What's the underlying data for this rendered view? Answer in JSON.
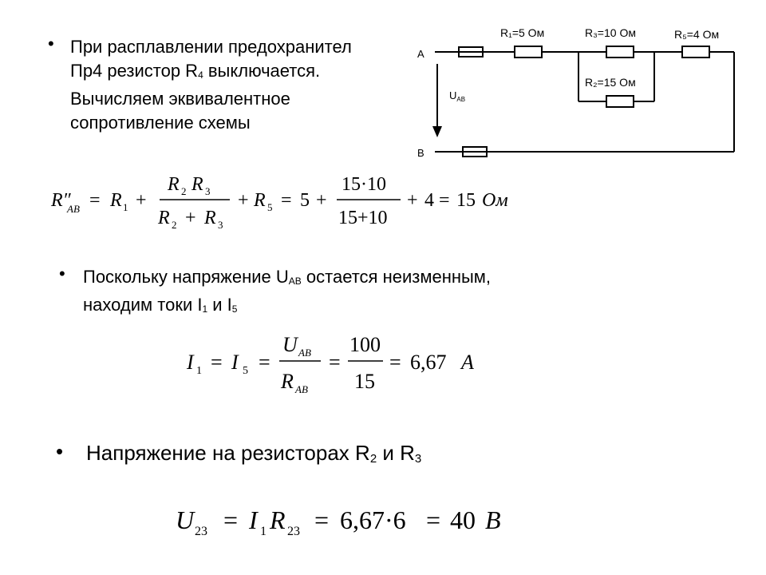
{
  "bullets": {
    "b1": {
      "line1": "При расплавлении предохранител",
      "line2_pre": "Пр4 резистор R",
      "line2_sub": "4",
      "line2_post": " выключается.",
      "line3": "Вычисляем эквивалентное",
      "line4": "сопротивление схемы"
    },
    "b2": {
      "line1_pre": "Поскольку напряжение U",
      "line1_sub": "AB",
      "line1_post": " остается неизменным,",
      "line2_pre": "находим токи I",
      "line2_sub1": "1",
      "line2_mid": " и I",
      "line2_sub2": "5"
    },
    "b3": {
      "pre": "Напряжение на резисторах R",
      "sub1": "2",
      "mid": " и R",
      "sub2": "3"
    },
    "bullet_char": "•"
  },
  "circuit": {
    "node_a": "A",
    "node_b": "B",
    "u_label": "U",
    "u_sub": "AB",
    "r1": "R₁=5 Ом",
    "r3": "R₃=10 Ом",
    "r5": "R₅=4 Ом",
    "r2": "R₂=15 Ом"
  },
  "formulas": {
    "f1": {
      "lhs": "R″",
      "lhs_sub": "AB",
      "eq": "=",
      "r1": "R",
      "r1_sub": "1",
      "plus": "+",
      "num_a": "R",
      "num_a_sub": "2",
      "num_b": "R",
      "num_b_sub": "3",
      "den_a": "R",
      "den_a_sub": "2",
      "den_b": "R",
      "den_b_sub": "3",
      "r5": "R",
      "r5_sub": "5",
      "five": "5",
      "num2": "15·10",
      "den2": "15+10",
      "four": "4",
      "result": "15",
      "unit": "Ом"
    },
    "f2": {
      "i1": "I",
      "i1_sub": "1",
      "i5": "I",
      "i5_sub": "5",
      "u": "U",
      "u_sub": "AB",
      "r": "R",
      "r_sub": "AB",
      "num": "100",
      "den": "15",
      "result": "6,67",
      "unit": "A"
    },
    "f3": {
      "u": "U",
      "u_sub": "23",
      "i": "I",
      "i_sub": "1",
      "r": "R",
      "r_sub": "23",
      "expr": "6,67·6",
      "result": "40",
      "unit": "B"
    }
  }
}
